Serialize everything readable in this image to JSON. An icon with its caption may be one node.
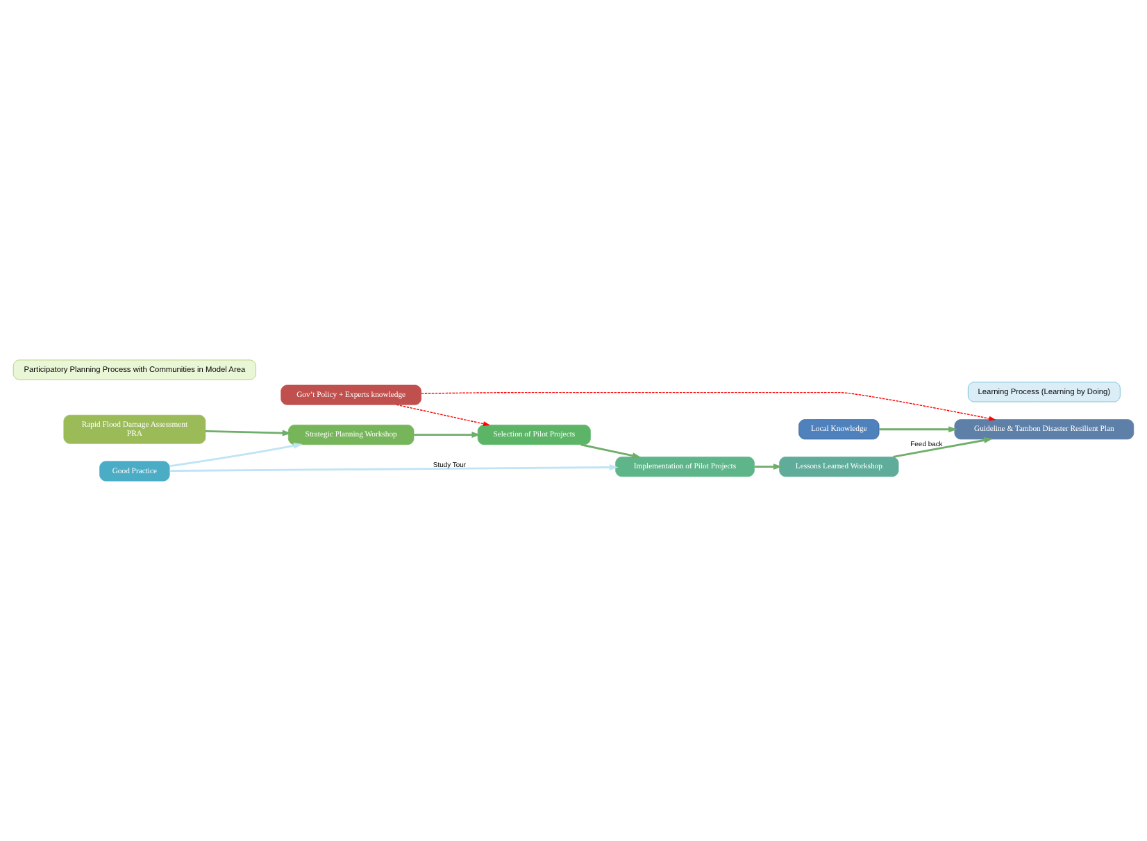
{
  "diagram": {
    "nodes": [
      {
        "text": [
          "Participatory Planning Process with Communities in Model Area"
        ]
      },
      {
        "text": [
          "Rapid Flood Damage Assessment",
          "PRA"
        ]
      },
      {
        "text": [
          "Strategic Planning Workshop"
        ]
      },
      {
        "text": [
          "Selection of Pilot Projects"
        ]
      },
      {
        "text": [
          "Gov’t Policy + Experts knowledge"
        ]
      },
      {
        "text": [
          "Good Practice"
        ]
      },
      {
        "text": [
          "Local Knowledge"
        ]
      },
      {
        "text": [
          "Implementation of Pilot Projects"
        ]
      },
      {
        "text": [
          "Lessons Learned Workshop"
        ]
      },
      {
        "text": [
          "Guideline & Tambon Disaster Resilient Plan"
        ]
      },
      {
        "text": [
          "Learning Process (Learning by Doing)"
        ]
      }
    ],
    "edges": [
      {
        "from": 1,
        "to": 2,
        "arrow": "to"
      },
      {
        "from": 2,
        "to": 3,
        "arrow": "to"
      },
      {
        "from": 3,
        "to": 7,
        "arrow": "to"
      },
      {
        "from": 4,
        "to": 3,
        "arrow": "to",
        "style": "dashed",
        "color": "#ff0000"
      },
      {
        "from": 5,
        "to": 2,
        "arrow": "to",
        "color": "#bfe4f5"
      },
      {
        "from": 5,
        "to": 7,
        "arrow": "to",
        "label": "Study Tour",
        "color": "#bfe4f5"
      },
      {
        "from": 7,
        "to": 8,
        "arrow": "to"
      },
      {
        "from": 4,
        "to": 9,
        "arrow": "to",
        "style": "dashed",
        "color": "#ff0000"
      },
      {
        "from": 6,
        "to": 9,
        "arrow": "to"
      },
      {
        "from": 8,
        "to": 9,
        "arrow": "to",
        "label": "Feed back"
      }
    ]
  }
}
